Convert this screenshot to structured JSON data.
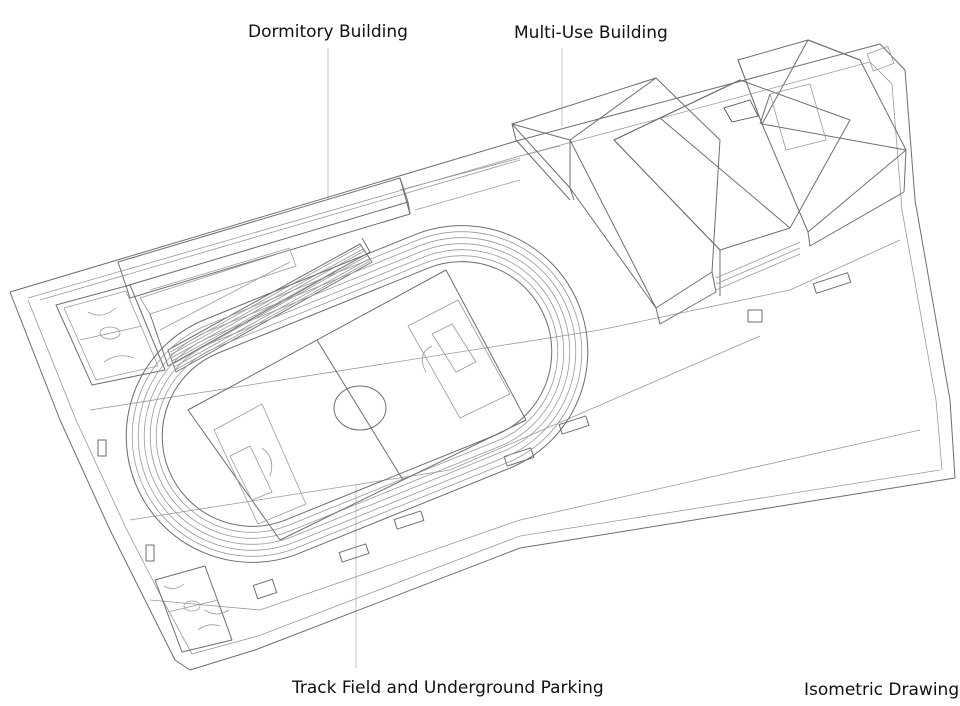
{
  "labels": {
    "dormitory": "Dormitory Building",
    "multi_use": "Multi-Use Building",
    "track_field": "Track Field and Underground Parking",
    "drawing_type": "Isometric Drawing"
  },
  "colors": {
    "background": "#ffffff",
    "line": "#6e6e6e",
    "text": "#111111"
  }
}
